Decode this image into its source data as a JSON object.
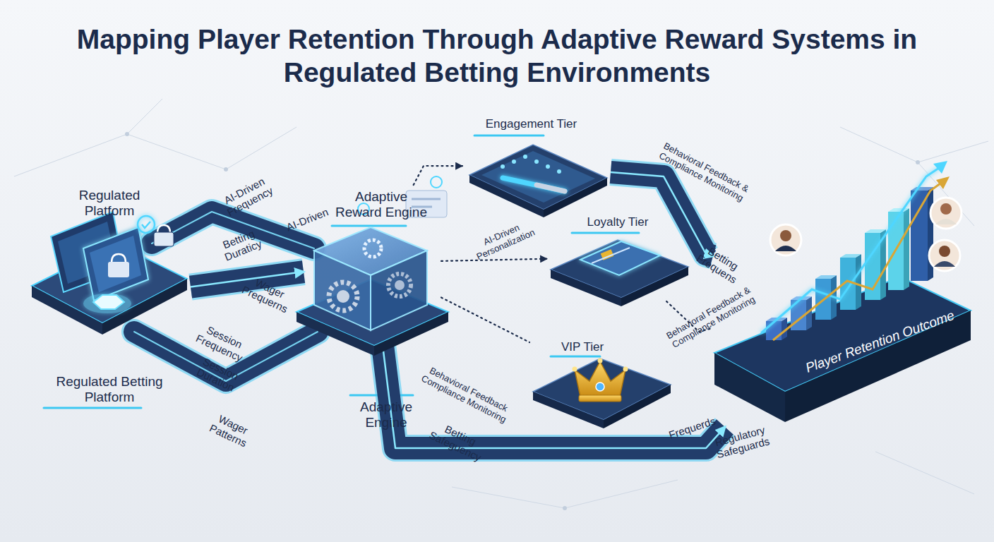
{
  "diagram": {
    "title": "Mapping Player Retention Through Adaptive Reward Systems in Regulated Betting Environments",
    "nodes": [
      {
        "text": [
          "Regulated Platform",
          "Regulated Betting Platform"
        ]
      },
      {
        "text": [
          "Adaptive Reward Engine"
        ]
      },
      {
        "text": [
          "Engagement Tier"
        ]
      },
      {
        "text": [
          "Loyalty Tier"
        ]
      },
      {
        "text": [
          "VIP Tier"
        ]
      },
      {
        "text": [
          "Player Retention Outcome"
        ]
      }
    ],
    "edges": [
      {
        "from": 0,
        "to": 1,
        "arrow": "to",
        "label": "Session Frequency"
      },
      {
        "from": 1,
        "to": 2,
        "arrow": "to"
      },
      {
        "from": 1,
        "to": 3,
        "arrow": "to",
        "label": "AI-Driven Personalization"
      },
      {
        "from": 1,
        "to": 4,
        "arrow": "none",
        "label": "Behavioral Feedback Compliance Monitoring"
      },
      {
        "from": 2,
        "to": 5,
        "arrow": "to",
        "label": "Betting Frequens"
      },
      {
        "from": 3,
        "to": 5,
        "arrow": "none",
        "label": "Behavioral Feedback & Compliance Monitoring"
      },
      {
        "from": 1,
        "to": 5,
        "arrow": "to"
      }
    ],
    "labels": [
      "AI-Driven Frequency",
      "AI-Driven",
      "Betting Duraticy",
      "Wager Prequerns",
      "Session Duration",
      "Wager Patterns",
      "Adaptive Engine",
      "Betting Safeguency",
      "Frequerds",
      "Regulatory Safeguards",
      "Behavioral Feedback & Compliance Monitoring"
    ]
  }
}
